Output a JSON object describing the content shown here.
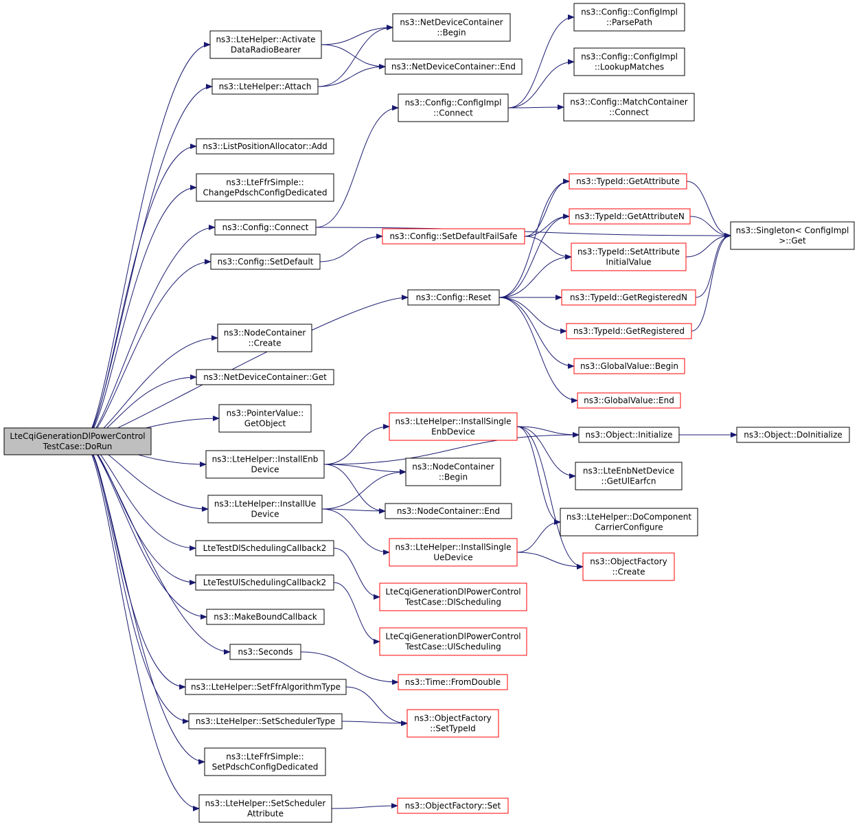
{
  "colors": {
    "edge": "#191970",
    "normal_border": "#000000",
    "truncated_border": "#ff0000",
    "root_fill": "#bfbfbf"
  },
  "nodes": [
    {
      "id": "root",
      "lines": [
        "LteCqiGenerationDlPowerControl",
        "TestCase::DoRun"
      ],
      "style": "root"
    },
    {
      "id": "activate",
      "lines": [
        "ns3::LteHelper::Activate",
        "DataRadioBearer"
      ],
      "style": "black"
    },
    {
      "id": "attach",
      "lines": [
        "ns3::LteHelper::Attach"
      ],
      "style": "black"
    },
    {
      "id": "listpos",
      "lines": [
        "ns3::ListPositionAllocator::Add"
      ],
      "style": "black"
    },
    {
      "id": "ffrchange",
      "lines": [
        "ns3::LteFfrSimple::",
        "ChangePdschConfigDedicated"
      ],
      "style": "black"
    },
    {
      "id": "cfgconnect",
      "lines": [
        "ns3::Config::Connect"
      ],
      "style": "black"
    },
    {
      "id": "cfgsetdefault",
      "lines": [
        "ns3::Config::SetDefault"
      ],
      "style": "black"
    },
    {
      "id": "nccreate",
      "lines": [
        "ns3::NodeContainer",
        "::Create"
      ],
      "style": "black"
    },
    {
      "id": "ndcget",
      "lines": [
        "ns3::NetDeviceContainer::Get"
      ],
      "style": "black"
    },
    {
      "id": "ptrget",
      "lines": [
        "ns3::PointerValue::",
        "GetObject"
      ],
      "style": "black"
    },
    {
      "id": "installenb",
      "lines": [
        "ns3::LteHelper::InstallEnb",
        "Device"
      ],
      "style": "black"
    },
    {
      "id": "installue",
      "lines": [
        "ns3::LteHelper::InstallUe",
        "Device"
      ],
      "style": "black"
    },
    {
      "id": "dlcb",
      "lines": [
        "LteTestDlSchedulingCallback2"
      ],
      "style": "black"
    },
    {
      "id": "ulcb",
      "lines": [
        "LteTestUlSchedulingCallback2"
      ],
      "style": "black"
    },
    {
      "id": "mkbound",
      "lines": [
        "ns3::MakeBoundCallback"
      ],
      "style": "black"
    },
    {
      "id": "seconds",
      "lines": [
        "ns3::Seconds"
      ],
      "style": "black"
    },
    {
      "id": "setffr",
      "lines": [
        "ns3::LteHelper::SetFfrAlgorithmType"
      ],
      "style": "black"
    },
    {
      "id": "setsched",
      "lines": [
        "ns3::LteHelper::SetSchedulerType"
      ],
      "style": "black"
    },
    {
      "id": "ffrsetpdsch",
      "lines": [
        "ns3::LteFfrSimple::",
        "SetPdschConfigDedicated"
      ],
      "style": "black"
    },
    {
      "id": "setschedattr",
      "lines": [
        "ns3::LteHelper::SetScheduler",
        "Attribute"
      ],
      "style": "black"
    },
    {
      "id": "ndcbegin",
      "lines": [
        "ns3::NetDeviceContainer",
        "::Begin"
      ],
      "style": "black"
    },
    {
      "id": "ndcend",
      "lines": [
        "ns3::NetDeviceContainer::End"
      ],
      "style": "black"
    },
    {
      "id": "cfgimplconnect",
      "lines": [
        "ns3::Config::ConfigImpl",
        "::Connect"
      ],
      "style": "black"
    },
    {
      "id": "setdefaultfs",
      "lines": [
        "ns3::Config::SetDefaultFailSafe"
      ],
      "style": "red"
    },
    {
      "id": "cfgreset",
      "lines": [
        "ns3::Config::Reset"
      ],
      "style": "black"
    },
    {
      "id": "installsingleenb",
      "lines": [
        "ns3::LteHelper::InstallSingle",
        "EnbDevice"
      ],
      "style": "red"
    },
    {
      "id": "ncbegin",
      "lines": [
        "ns3::NodeContainer",
        "::Begin"
      ],
      "style": "black"
    },
    {
      "id": "ncend",
      "lines": [
        "ns3::NodeContainer::End"
      ],
      "style": "black"
    },
    {
      "id": "installsingleue",
      "lines": [
        "ns3::LteHelper::InstallSingle",
        "UeDevice"
      ],
      "style": "red"
    },
    {
      "id": "dlsched",
      "lines": [
        "LteCqiGenerationDlPowerControl",
        "TestCase::DlScheduling"
      ],
      "style": "red"
    },
    {
      "id": "ulsched",
      "lines": [
        "LteCqiGenerationDlPowerControl",
        "TestCase::UlScheduling"
      ],
      "style": "red"
    },
    {
      "id": "fromdouble",
      "lines": [
        "ns3::Time::FromDouble"
      ],
      "style": "red"
    },
    {
      "id": "ofsettypeid",
      "lines": [
        "ns3::ObjectFactory",
        "::SetTypeId"
      ],
      "style": "red"
    },
    {
      "id": "ofset",
      "lines": [
        "ns3::ObjectFactory::Set"
      ],
      "style": "red"
    },
    {
      "id": "parsepath",
      "lines": [
        "ns3::Config::ConfigImpl",
        "::ParsePath"
      ],
      "style": "black"
    },
    {
      "id": "lookup",
      "lines": [
        "ns3::Config::ConfigImpl",
        "::LookupMatches"
      ],
      "style": "black"
    },
    {
      "id": "matchconnect",
      "lines": [
        "ns3::Config::MatchContainer",
        "::Connect"
      ],
      "style": "black"
    },
    {
      "id": "getattr",
      "lines": [
        "ns3::TypeId::GetAttribute"
      ],
      "style": "red"
    },
    {
      "id": "getattrn",
      "lines": [
        "ns3::TypeId::GetAttributeN"
      ],
      "style": "red"
    },
    {
      "id": "setattrinit",
      "lines": [
        "ns3::TypeId::SetAttribute",
        "InitialValue"
      ],
      "style": "red"
    },
    {
      "id": "getregn",
      "lines": [
        "ns3::TypeId::GetRegisteredN"
      ],
      "style": "red"
    },
    {
      "id": "getreg",
      "lines": [
        "ns3::TypeId::GetRegistered"
      ],
      "style": "red"
    },
    {
      "id": "gvbegin",
      "lines": [
        "ns3::GlobalValue::Begin"
      ],
      "style": "red"
    },
    {
      "id": "gvend",
      "lines": [
        "ns3::GlobalValue::End"
      ],
      "style": "red"
    },
    {
      "id": "objinit",
      "lines": [
        "ns3::Object::Initialize"
      ],
      "style": "black"
    },
    {
      "id": "getulearfcn",
      "lines": [
        "ns3::LteEnbNetDevice",
        "::GetUlEarfcn"
      ],
      "style": "black"
    },
    {
      "id": "docc",
      "lines": [
        "ns3::LteHelper::DoComponent",
        "CarrierConfigure"
      ],
      "style": "black"
    },
    {
      "id": "ofcreate",
      "lines": [
        "ns3::ObjectFactory",
        "::Create"
      ],
      "style": "red"
    },
    {
      "id": "singleton",
      "lines": [
        "ns3::Singleton< ConfigImpl",
        "  >::Get"
      ],
      "style": "black"
    },
    {
      "id": "doinit",
      "lines": [
        "ns3::Object::DoInitialize"
      ],
      "style": "black"
    }
  ],
  "edges": [
    [
      "root",
      "activate"
    ],
    [
      "root",
      "attach"
    ],
    [
      "root",
      "listpos"
    ],
    [
      "root",
      "ffrchange"
    ],
    [
      "root",
      "cfgconnect"
    ],
    [
      "root",
      "cfgsetdefault"
    ],
    [
      "root",
      "cfgreset"
    ],
    [
      "root",
      "nccreate"
    ],
    [
      "root",
      "ndcget"
    ],
    [
      "root",
      "ptrget"
    ],
    [
      "root",
      "installenb"
    ],
    [
      "root",
      "installue"
    ],
    [
      "root",
      "dlcb"
    ],
    [
      "root",
      "ulcb"
    ],
    [
      "root",
      "mkbound"
    ],
    [
      "root",
      "seconds"
    ],
    [
      "root",
      "setffr"
    ],
    [
      "root",
      "setsched"
    ],
    [
      "root",
      "ffrsetpdsch"
    ],
    [
      "root",
      "setschedattr"
    ],
    [
      "activate",
      "ndcbegin"
    ],
    [
      "activate",
      "ndcend"
    ],
    [
      "attach",
      "ndcbegin"
    ],
    [
      "attach",
      "ndcend"
    ],
    [
      "cfgconnect",
      "cfgimplconnect"
    ],
    [
      "cfgconnect",
      "singleton"
    ],
    [
      "cfgimplconnect",
      "parsepath"
    ],
    [
      "cfgimplconnect",
      "lookup"
    ],
    [
      "cfgimplconnect",
      "matchconnect"
    ],
    [
      "cfgsetdefault",
      "setdefaultfs"
    ],
    [
      "setdefaultfs",
      "getattr"
    ],
    [
      "setdefaultfs",
      "getattrn"
    ],
    [
      "setdefaultfs",
      "setattrinit"
    ],
    [
      "cfgreset",
      "getattr"
    ],
    [
      "cfgreset",
      "getattrn"
    ],
    [
      "cfgreset",
      "setattrinit"
    ],
    [
      "cfgreset",
      "getregn"
    ],
    [
      "cfgreset",
      "getreg"
    ],
    [
      "cfgreset",
      "gvbegin"
    ],
    [
      "cfgreset",
      "gvend"
    ],
    [
      "getattr",
      "singleton"
    ],
    [
      "getattrn",
      "singleton"
    ],
    [
      "setattrinit",
      "singleton"
    ],
    [
      "getregn",
      "singleton"
    ],
    [
      "getreg",
      "singleton"
    ],
    [
      "installenb",
      "objinit"
    ],
    [
      "installenb",
      "installsingleenb"
    ],
    [
      "installenb",
      "ncbegin"
    ],
    [
      "installenb",
      "ncend"
    ],
    [
      "installue",
      "ncbegin"
    ],
    [
      "installue",
      "ncend"
    ],
    [
      "installue",
      "installsingleue"
    ],
    [
      "installsingleenb",
      "objinit"
    ],
    [
      "installsingleenb",
      "getulearfcn"
    ],
    [
      "installsingleenb",
      "docc"
    ],
    [
      "installsingleenb",
      "ofcreate"
    ],
    [
      "installsingleue",
      "docc"
    ],
    [
      "installsingleue",
      "ofcreate"
    ],
    [
      "objinit",
      "doinit"
    ],
    [
      "dlcb",
      "dlsched"
    ],
    [
      "ulcb",
      "ulsched"
    ],
    [
      "seconds",
      "fromdouble"
    ],
    [
      "setffr",
      "ofsettypeid"
    ],
    [
      "setsched",
      "ofsettypeid"
    ],
    [
      "setschedattr",
      "ofset"
    ]
  ]
}
